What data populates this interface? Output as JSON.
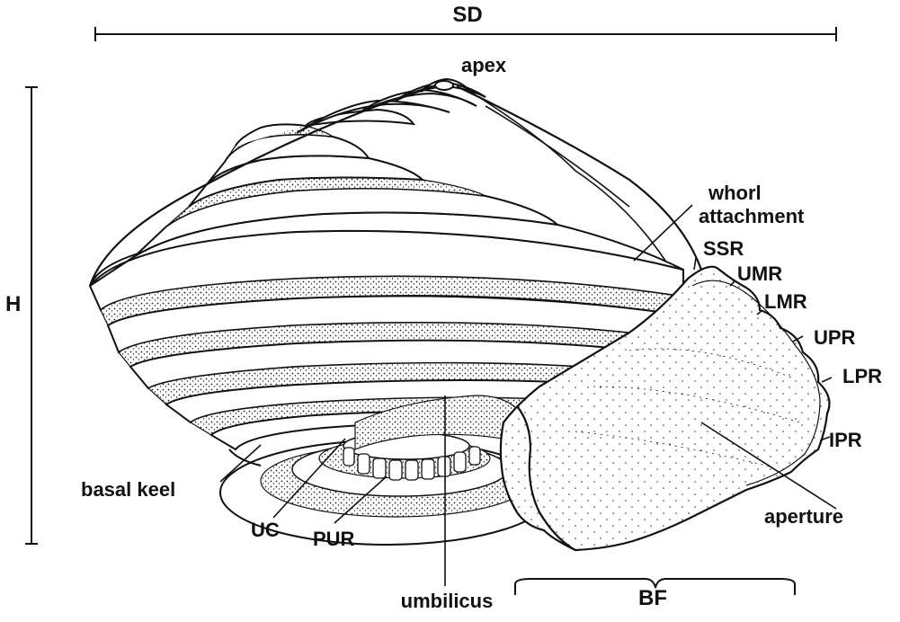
{
  "labels": {
    "sd": "SD",
    "h": "H",
    "apex": "apex",
    "whorl_attachment_line1": "whorl",
    "whorl_attachment_line2": "attachment",
    "ssr": "SSR",
    "umr": "UMR",
    "lmr": "LMR",
    "upr": "UPR",
    "lpr": "LPR",
    "ipr": "IPR",
    "basal_keel": "basal keel",
    "uc": "UC",
    "pur": "PUR",
    "umbilicus": "umbilicus",
    "bf": "BF",
    "aperture": "aperture"
  }
}
